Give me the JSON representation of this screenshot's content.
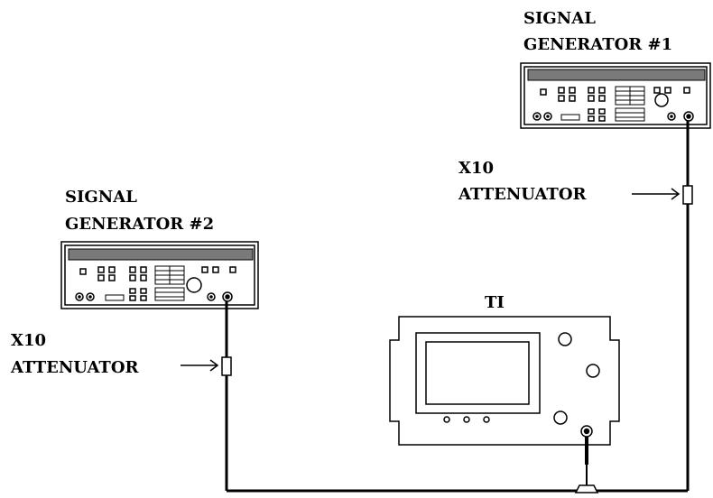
{
  "diagram": {
    "generator1": {
      "label_line1": "SIGNAL",
      "label_line2": "GENERATOR #1"
    },
    "generator2": {
      "label_line1": "SIGNAL",
      "label_line2": "GENERATOR #2"
    },
    "attenuator1": {
      "label_line1": "X10",
      "label_line2": "ATTENUATOR"
    },
    "attenuator2": {
      "label_line1": "X10",
      "label_line2": "ATTENUATOR"
    },
    "test_instrument": {
      "label": "TI"
    }
  }
}
